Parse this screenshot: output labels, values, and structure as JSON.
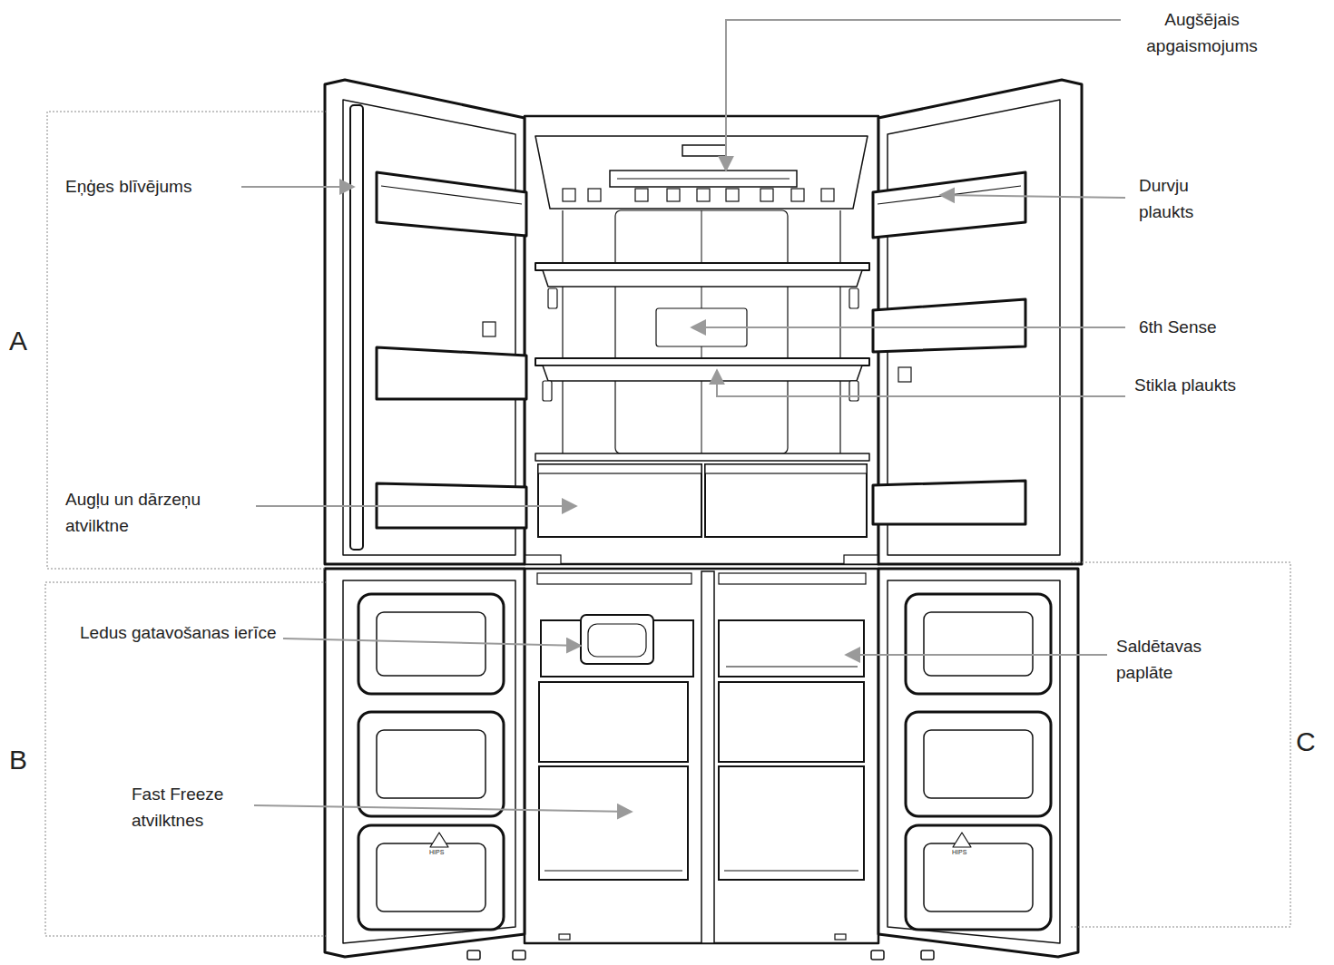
{
  "diagram": {
    "labels": [
      "Augšējais apgaismojums",
      "Eņģes blīvējums",
      "Durvju plaukts",
      "6th Sense",
      "Stikla plaukts",
      "Augļu un dārzeņu atvilktne",
      "Ledus gatavošanas ierīce",
      "Saldētavas paplāte",
      "Fast Freeze atvilktnes",
      "A",
      "B",
      "C",
      "HIPS",
      "HIPS"
    ]
  }
}
